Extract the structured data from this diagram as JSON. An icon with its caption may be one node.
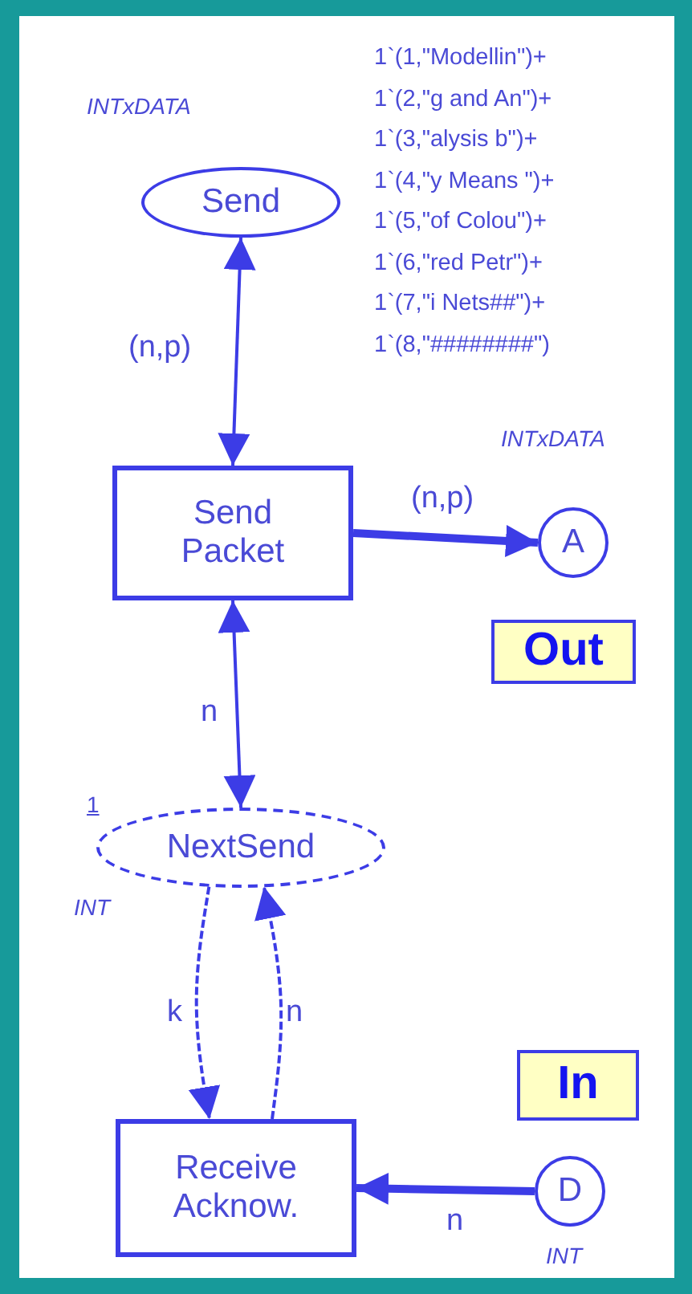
{
  "diagram": {
    "nodes": [
      {
        "text": [
          "Send"
        ],
        "beside": [
          "INTxDATA",
          "1`(1,\"Modellin\")+",
          "1`(2,\"g and An\")+",
          "1`(3,\"alysis b\")+",
          "1`(4,\"y Means \")+",
          "1`(5,\"of Colou\")+",
          "1`(6,\"red Petr\")+",
          "1`(7,\"i Nets##\")+",
          "1`(8,\"########\")"
        ]
      },
      {
        "text": [
          "Send Packet"
        ]
      },
      {
        "text": [
          "A"
        ],
        "beside": [
          "INTxDATA"
        ]
      },
      {
        "text": [
          "Out"
        ]
      },
      {
        "text": [
          "NextSend"
        ],
        "beside": [
          "1",
          "INT"
        ]
      },
      {
        "text": [
          "In"
        ]
      },
      {
        "text": [
          "Receive Acknow."
        ]
      },
      {
        "text": [
          "D"
        ],
        "beside": [
          "INT"
        ]
      }
    ],
    "edges": [
      {
        "from": 0,
        "to": 1,
        "arrow": "both",
        "label": "(n,p)"
      },
      {
        "from": 1,
        "to": 2,
        "arrow": "to",
        "label": "(n,p)",
        "style": "thick"
      },
      {
        "from": 1,
        "to": 4,
        "arrow": "both",
        "label": "n"
      },
      {
        "from": 4,
        "to": 6,
        "arrow": "to",
        "label": "k",
        "style": "dashed"
      },
      {
        "from": 6,
        "to": 4,
        "arrow": "to",
        "label": "n",
        "style": "dashed"
      },
      {
        "from": 7,
        "to": 6,
        "arrow": "to",
        "label": "n",
        "style": "thick"
      }
    ]
  }
}
